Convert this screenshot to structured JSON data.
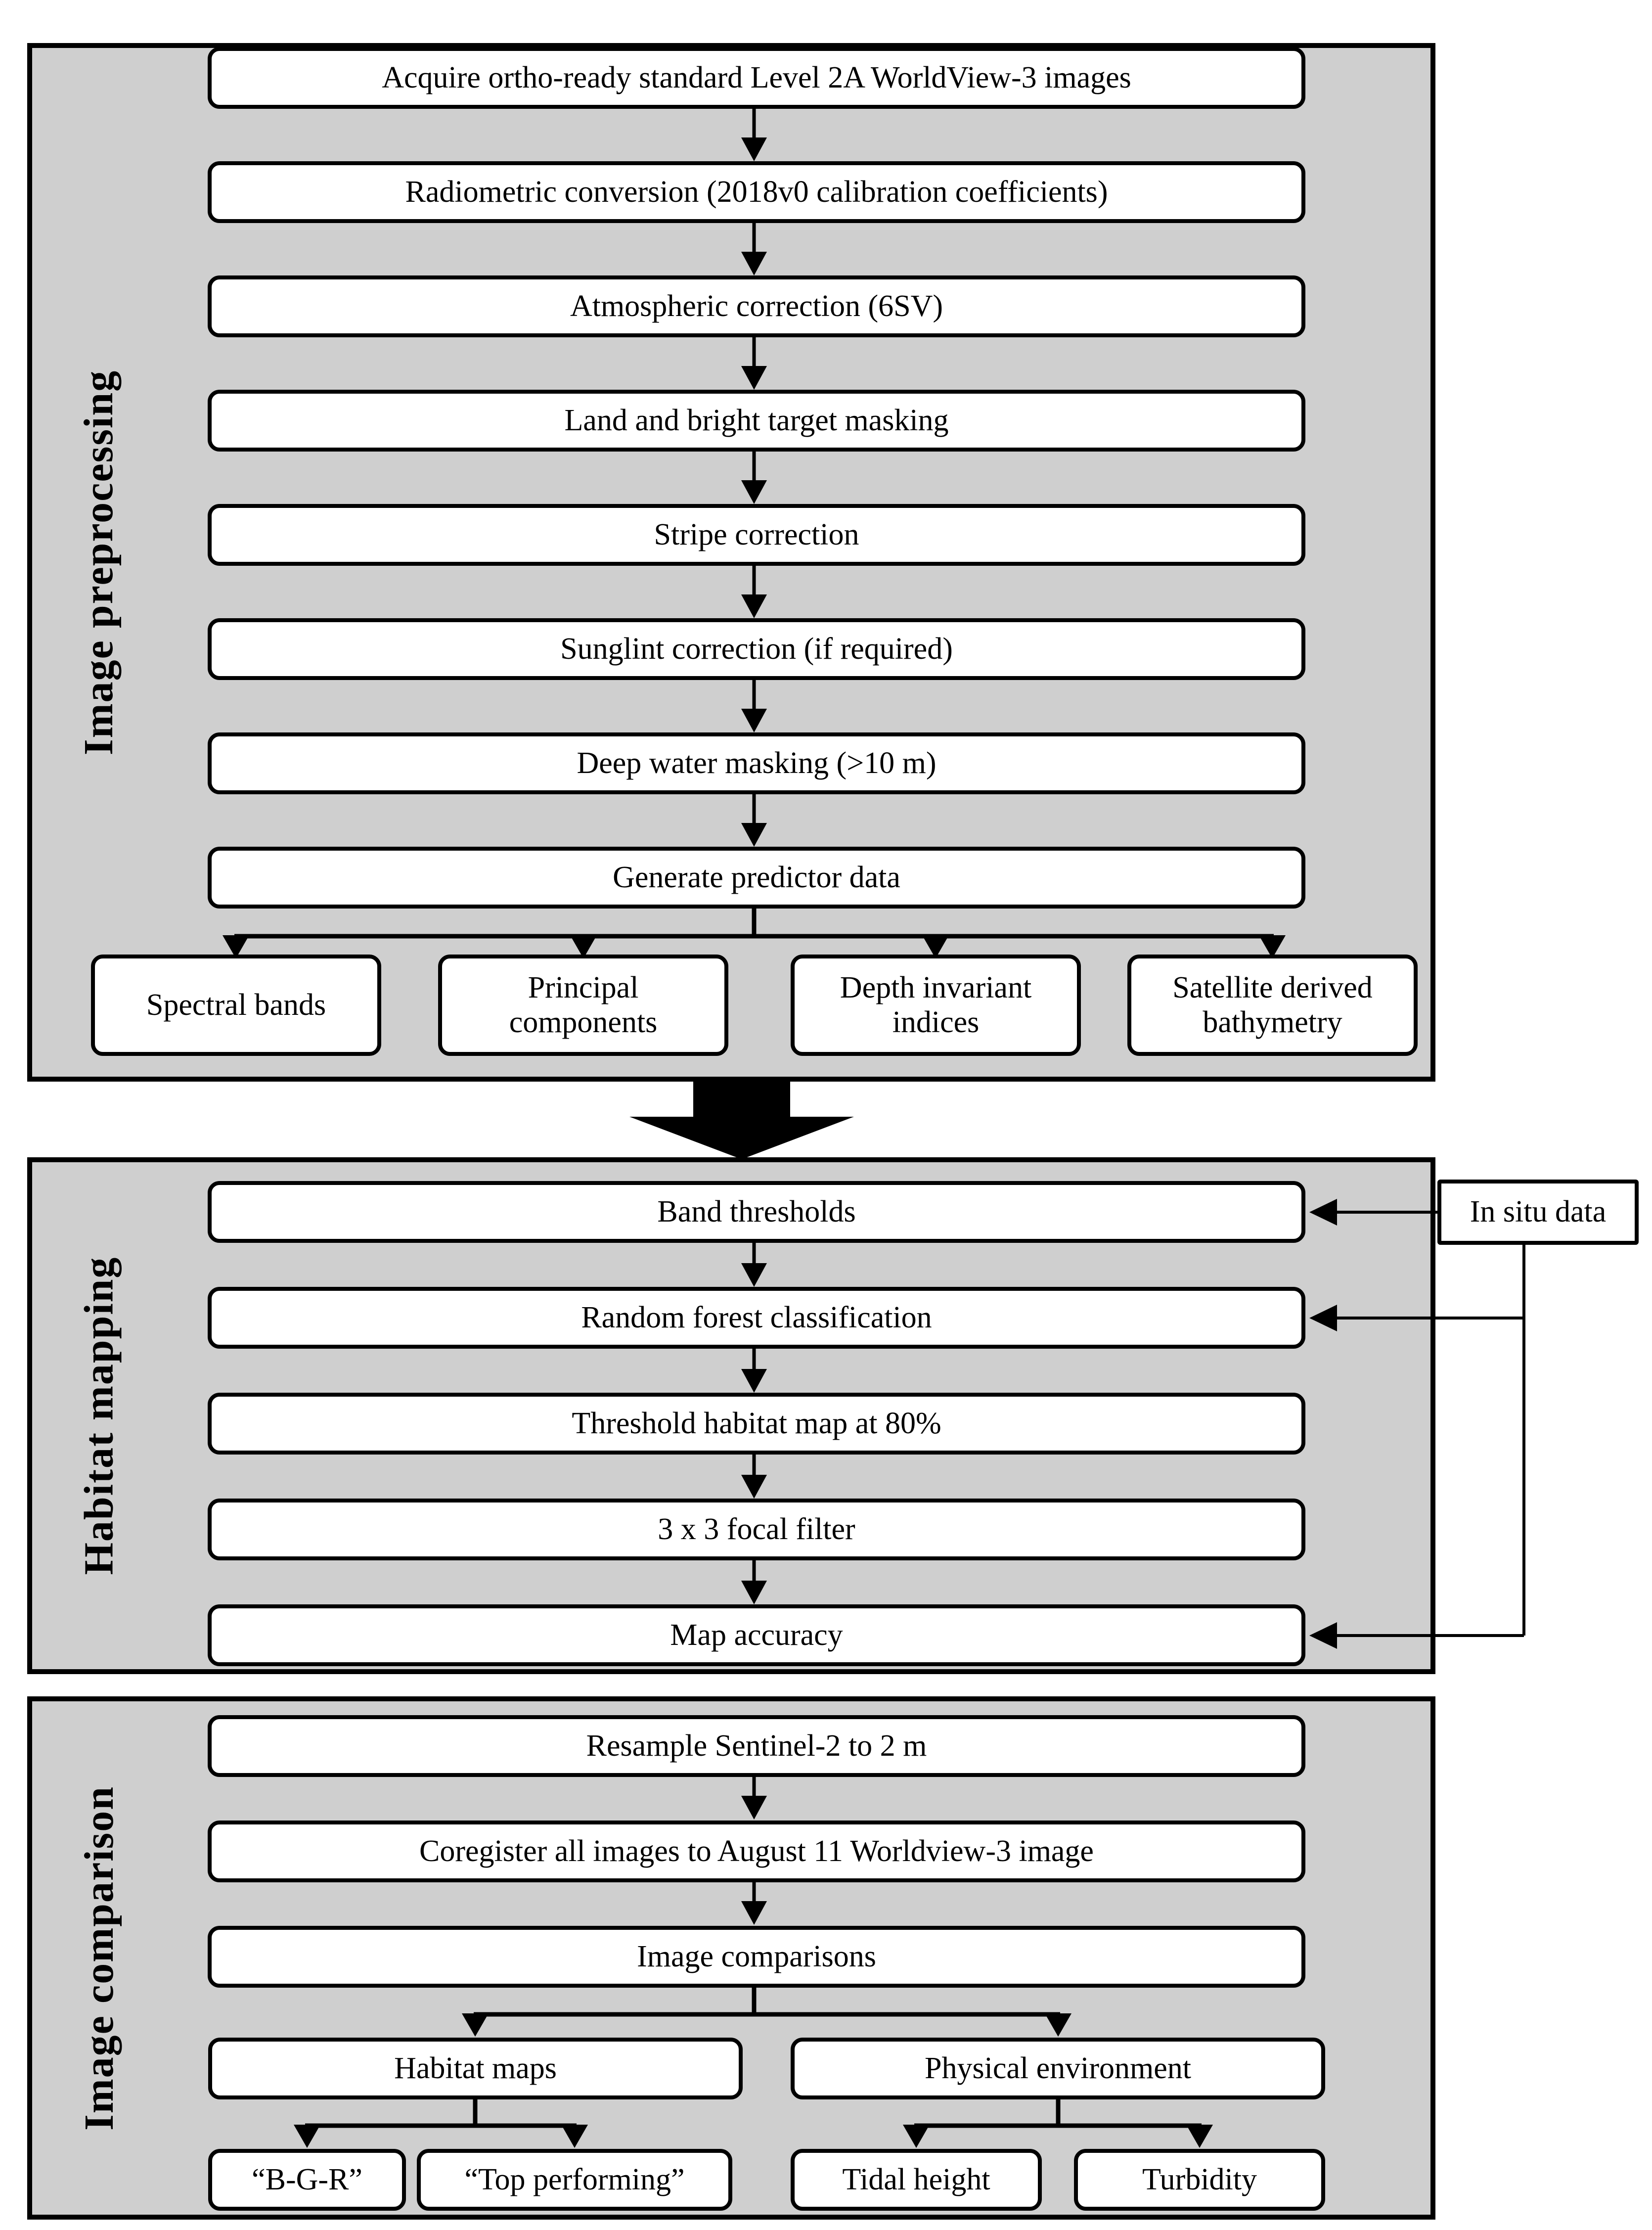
{
  "sections": {
    "preprocessing": {
      "label": "Image preprocessing",
      "steps": [
        "Acquire ortho-ready standard Level 2A WorldView-3 images",
        "Radiometric conversion (2018v0 calibration coefficients)",
        "Atmospheric correction (6SV)",
        "Land and bright target masking",
        "Stripe correction",
        "Sunglint correction (if required)",
        "Deep water masking (>10 m)",
        "Generate predictor data"
      ],
      "outputs": [
        "Spectral bands",
        "Principal components",
        "Depth invariant indices",
        "Satellite derived bathymetry"
      ]
    },
    "habitat": {
      "label": "Habitat mapping",
      "steps": [
        "Band thresholds",
        "Random forest classification",
        "Threshold habitat map at 80%",
        "3 x 3 focal filter",
        "Map accuracy"
      ],
      "side_input": "In situ data"
    },
    "comparison": {
      "label": "Image comparison",
      "steps": [
        "Resample Sentinel-2 to 2 m",
        "Coregister all images to August 11 Worldview-3 image",
        "Image comparisons"
      ],
      "branches": [
        {
          "label": "Habitat maps",
          "children": [
            "“B-G-R”",
            "“Top performing”"
          ]
        },
        {
          "label": "Physical environment",
          "children": [
            "Tidal height",
            "Turbidity"
          ]
        }
      ]
    }
  },
  "colors": {
    "panel_bg": "#cfcfcf",
    "box_bg": "#ffffff",
    "line": "#000000"
  }
}
